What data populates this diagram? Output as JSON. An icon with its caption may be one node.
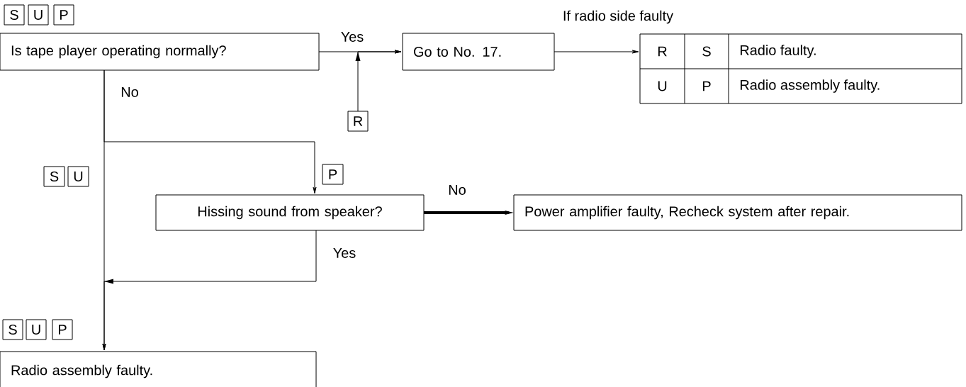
{
  "diagram": {
    "nodes": [
      {
        "text": [
          "S"
        ]
      },
      {
        "text": [
          "U"
        ]
      },
      {
        "text": [
          "P"
        ]
      },
      {
        "text": [
          "Is tape player operating normally?"
        ]
      },
      {
        "text": [
          "Go to No. 17."
        ]
      },
      {
        "text": [
          "If radio side faulty",
          "R",
          "S",
          "Radio faulty.",
          "U",
          "P",
          "Radio assembly faulty."
        ]
      },
      {
        "text": [
          "R"
        ]
      },
      {
        "text": [
          "S"
        ]
      },
      {
        "text": [
          "U"
        ]
      },
      {
        "text": [
          "P"
        ]
      },
      {
        "text": [
          "Hissing sound from speaker?"
        ]
      },
      {
        "text": [
          "Power amplifier faulty, Recheck system after repair."
        ]
      },
      {
        "text": [
          "S"
        ]
      },
      {
        "text": [
          "U"
        ]
      },
      {
        "text": [
          "P"
        ]
      },
      {
        "text": [
          "Radio assembly faulty."
        ]
      }
    ],
    "edges": [
      {
        "from": 3,
        "to": 4,
        "arrow": "to",
        "label": "Yes"
      },
      {
        "from": 6,
        "to": 4,
        "arrow": "to"
      },
      {
        "from": 4,
        "to": 5,
        "arrow": "to"
      },
      {
        "from": 3,
        "to": 10,
        "arrow": "to"
      },
      {
        "from": 3,
        "to": 15,
        "arrow": "to",
        "label": "No"
      },
      {
        "from": 10,
        "to": 11,
        "arrow": "to",
        "label": "No",
        "style": "thick"
      },
      {
        "from": 10,
        "to": 15,
        "arrow": "to",
        "label": "Yes"
      }
    ]
  }
}
